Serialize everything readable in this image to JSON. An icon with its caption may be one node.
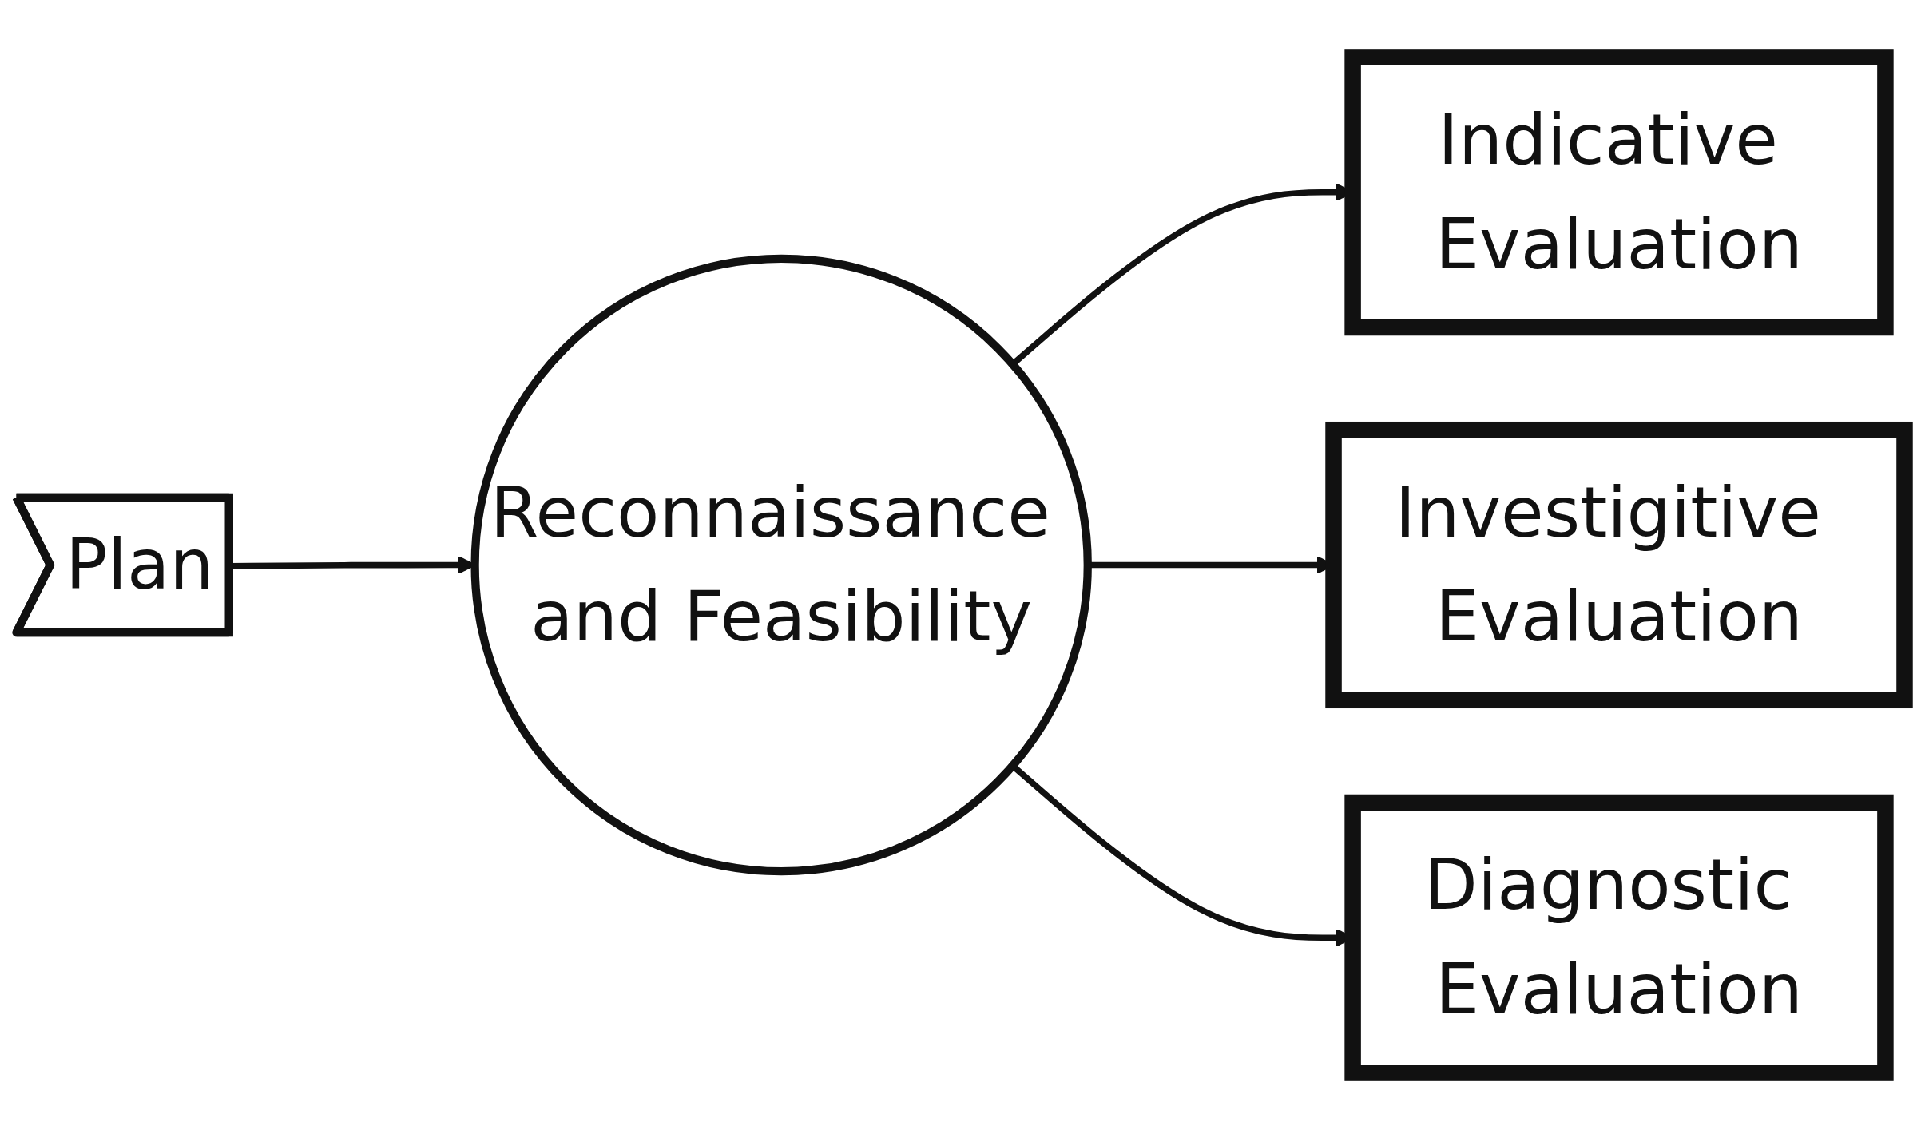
{
  "diagram": {
    "nodes": [
      {
        "text": [
          "Plan"
        ]
      },
      {
        "text": [
          "Reconnaissance and Feasibility"
        ]
      },
      {
        "text": [
          "Indicative Evaluation"
        ]
      },
      {
        "text": [
          "Investigitive Evaluation"
        ]
      },
      {
        "text": [
          "Diagnostic Evaluation"
        ]
      }
    ],
    "edges": [
      {
        "from": 0,
        "to": 1,
        "arrow": "to"
      },
      {
        "from": 1,
        "to": 2,
        "arrow": "to"
      },
      {
        "from": 1,
        "to": 3,
        "arrow": "to"
      },
      {
        "from": 1,
        "to": 4,
        "arrow": "to"
      }
    ]
  }
}
